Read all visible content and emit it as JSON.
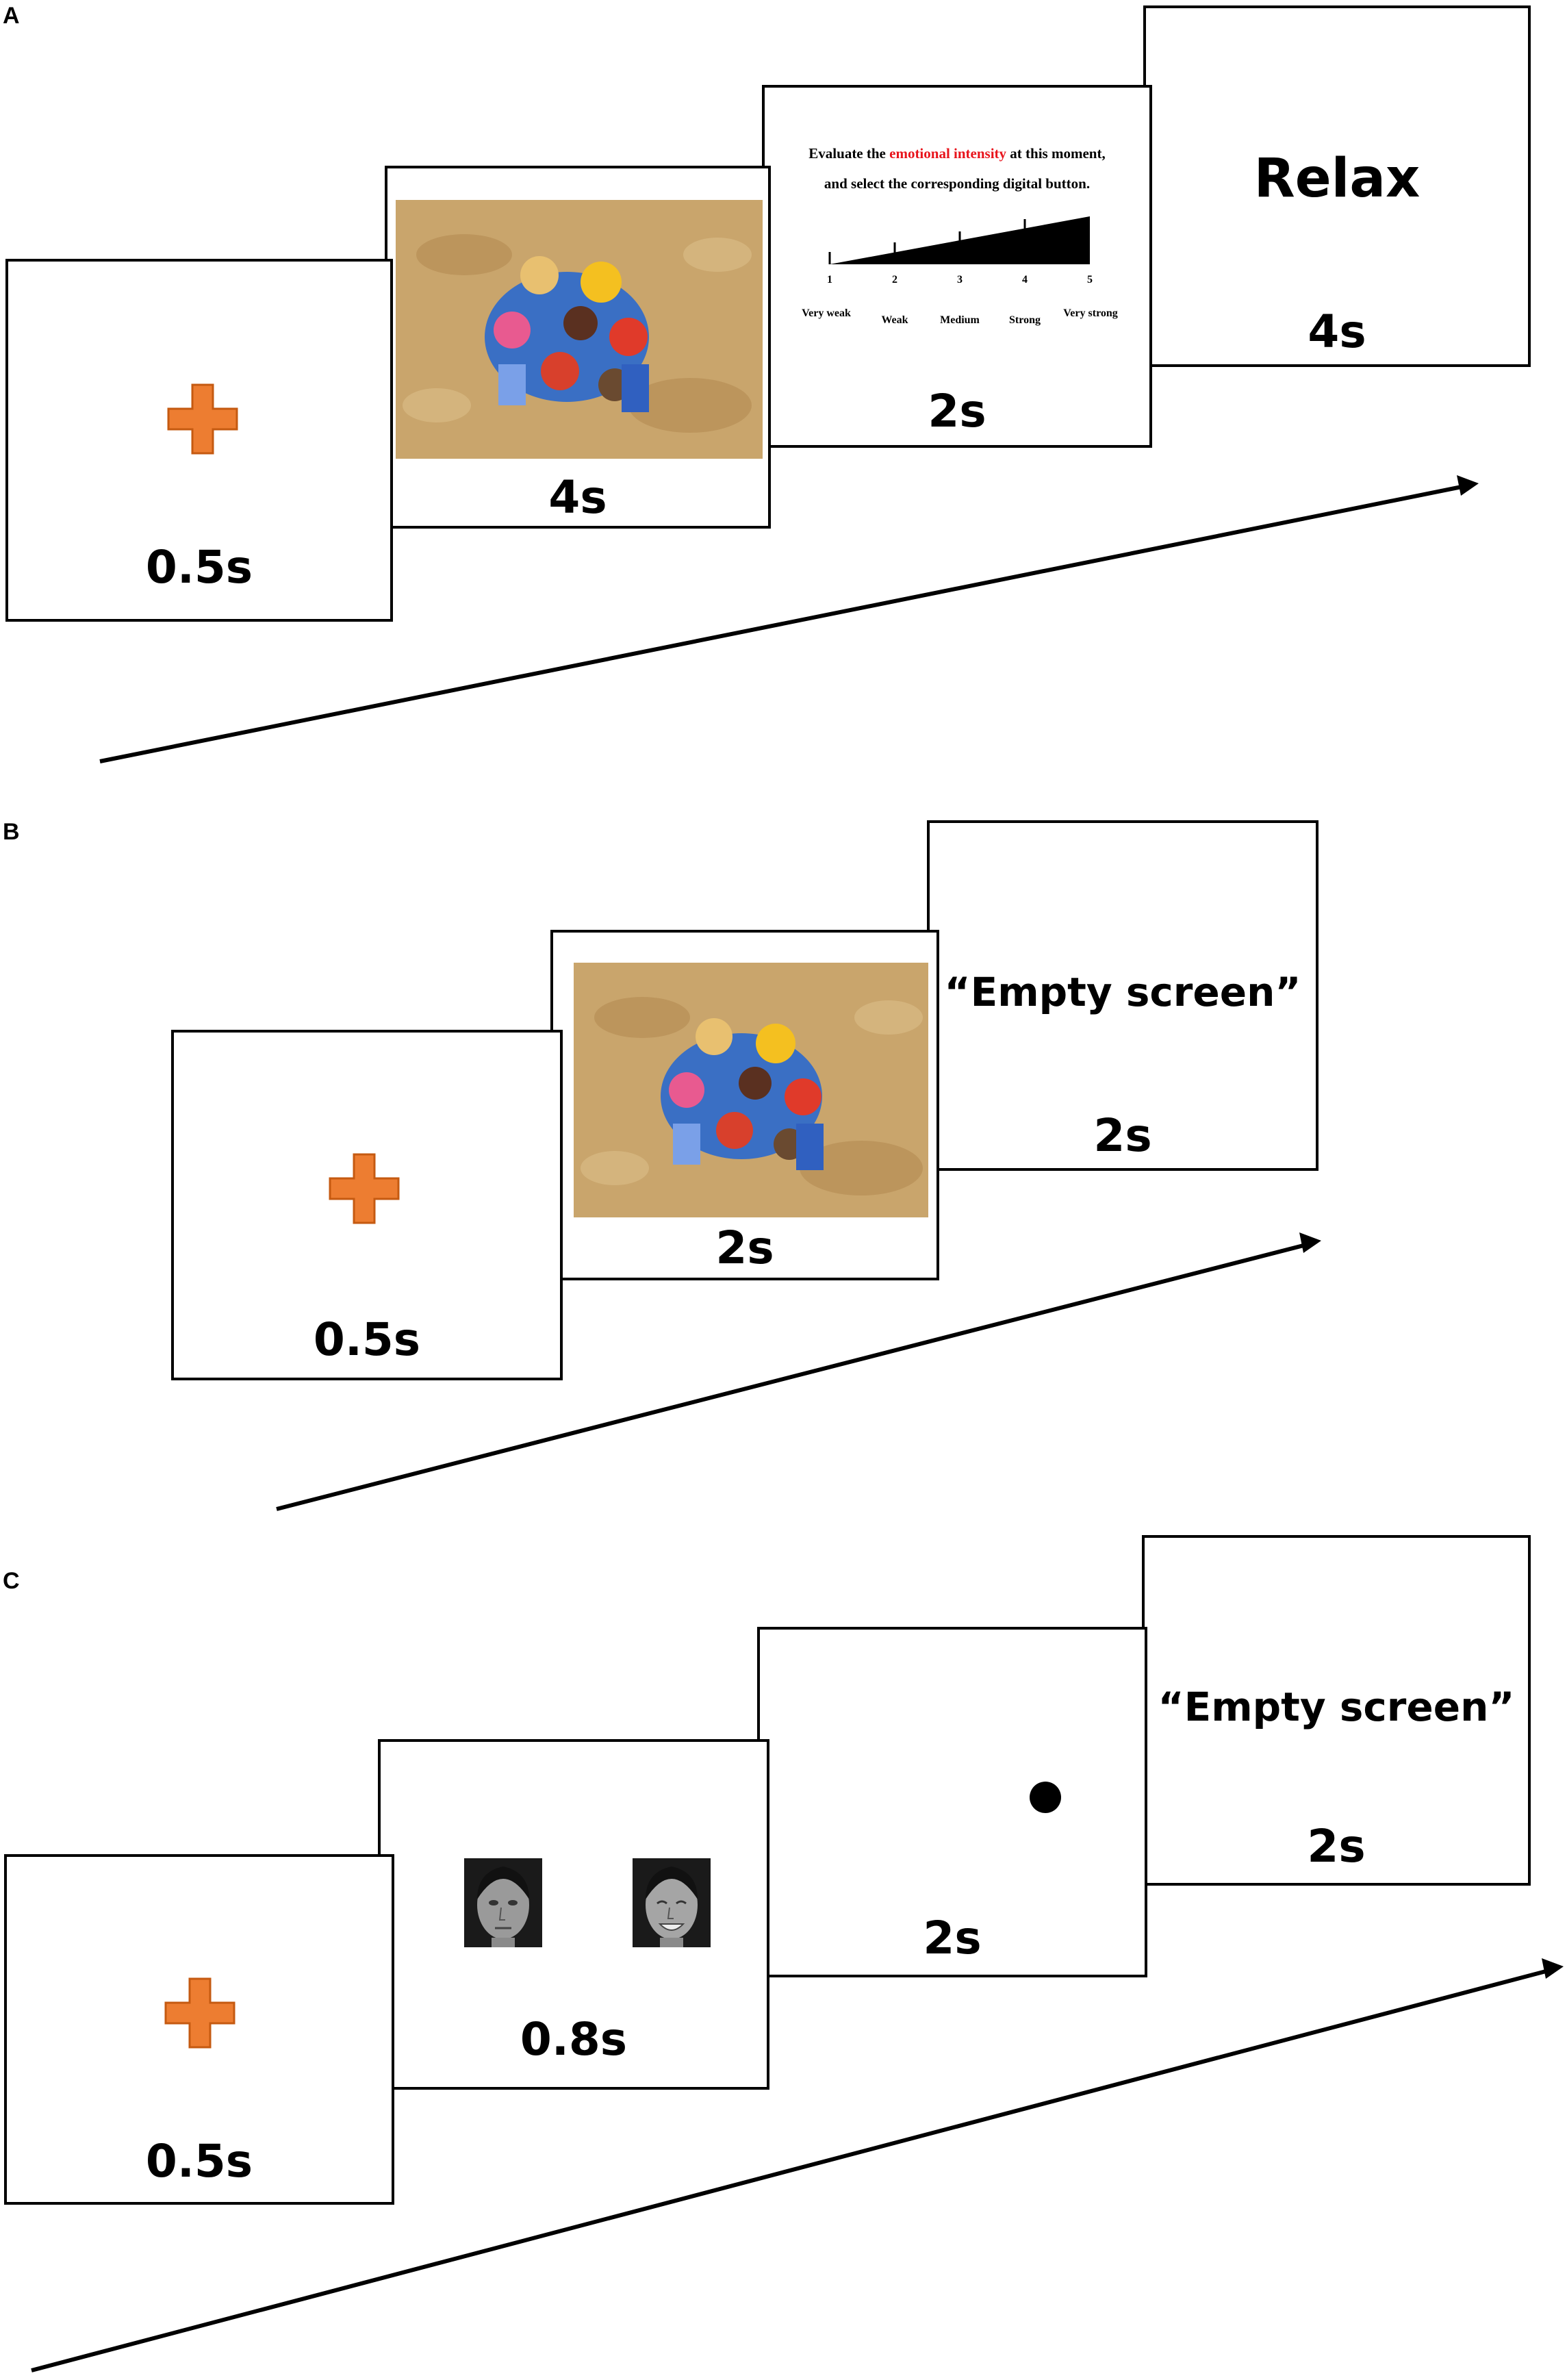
{
  "colors": {
    "cross": "#ed7d31",
    "cross_border": "#c55a11",
    "line": "#000000",
    "red_text": "#e8141c"
  },
  "panels": {
    "A": {
      "label": "A",
      "fixation": {
        "icon": "orange-cross-icon",
        "duration": "0.5s"
      },
      "picture": {
        "icon": "children-on-sand-photo",
        "duration": "4s"
      },
      "rating": {
        "line1_prefix": "Evaluate the ",
        "line1_highlight": "emotional intensity",
        "line1_suffix": " at this moment,",
        "line2": "and select the corresponding digital button.",
        "scale_numbers": [
          "1",
          "2",
          "3",
          "4",
          "5"
        ],
        "scale_labels": [
          "Very weak",
          "Weak",
          "Medium",
          "Strong",
          "Very strong"
        ],
        "duration": "2s"
      },
      "relax": {
        "text": "Relax",
        "duration": "4s"
      }
    },
    "B": {
      "label": "B",
      "fixation": {
        "icon": "orange-cross-icon",
        "duration": "0.5s"
      },
      "picture": {
        "icon": "children-on-sand-photo",
        "duration": "2s"
      },
      "empty": {
        "text": "“Empty screen”",
        "duration": "2s"
      }
    },
    "C": {
      "label": "C",
      "fixation": {
        "icon": "orange-cross-icon",
        "duration": "0.5s"
      },
      "faces": {
        "icons": [
          "neutral-face-photo",
          "happy-face-photo"
        ],
        "duration": "0.8s"
      },
      "dot": {
        "icon": "black-dot-icon",
        "duration": "2s"
      },
      "empty": {
        "text": "“Empty screen”",
        "duration": "2s"
      }
    }
  }
}
